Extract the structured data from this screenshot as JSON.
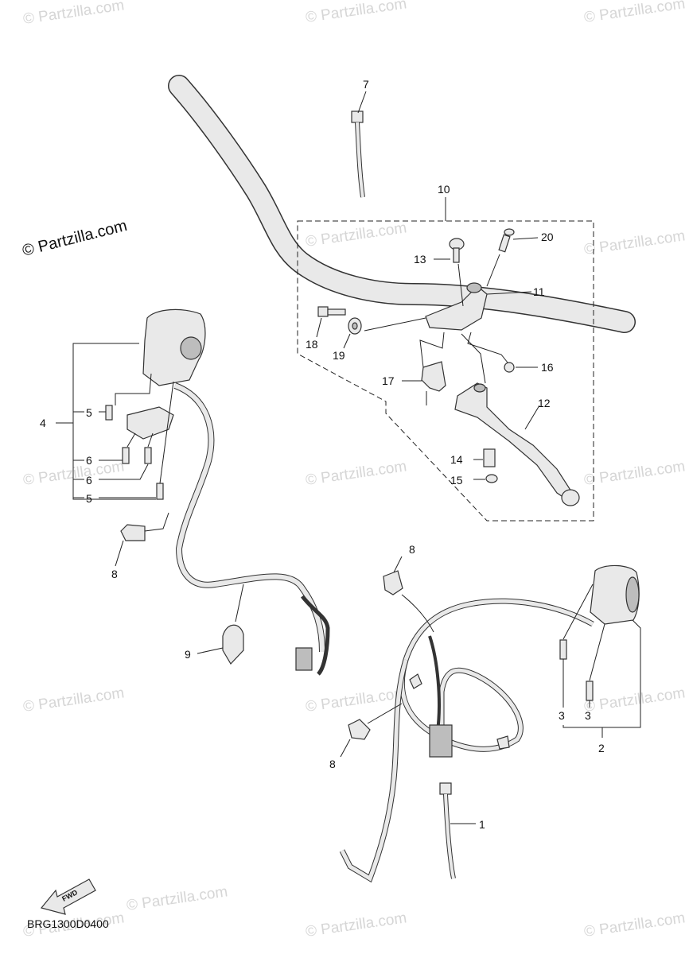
{
  "watermark": {
    "text": "© Partzilla.com",
    "instances": 15
  },
  "brand_text": "© Partzilla.com",
  "diagram_code": "BRG1300D0400",
  "fwd_label": "FWD",
  "callouts": {
    "c1": "1",
    "c2": "2",
    "c3a": "3",
    "c3b": "3",
    "c4": "4",
    "c5a": "5",
    "c5b": "5",
    "c6a": "6",
    "c6b": "6",
    "c7": "7",
    "c8a": "8",
    "c8b": "8",
    "c8c": "8",
    "c9": "9",
    "c10": "10",
    "c11": "11",
    "c12": "12",
    "c13": "13",
    "c14": "14",
    "c15": "15",
    "c16": "16",
    "c17": "17",
    "c18": "18",
    "c19": "19",
    "c20": "20"
  },
  "colors": {
    "line": "#222222",
    "part_fill": "#e9e9e9",
    "watermark": "#d6d6d6"
  }
}
